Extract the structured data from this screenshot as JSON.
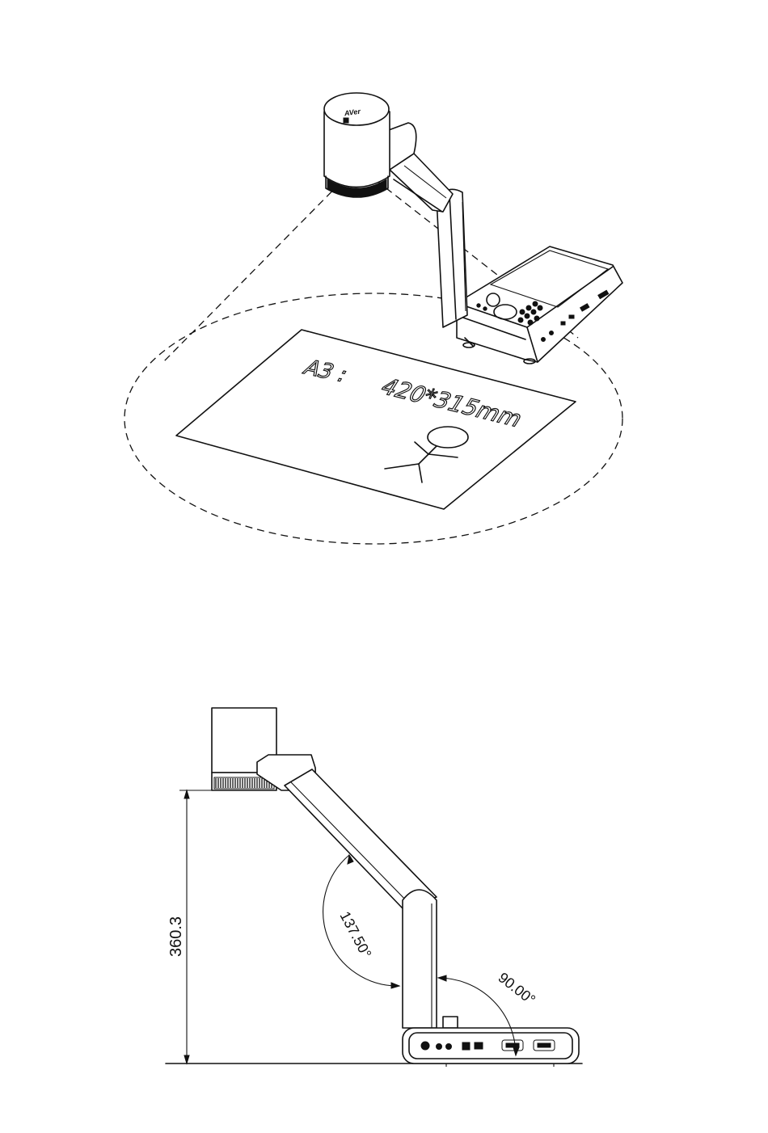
{
  "figure_top": {
    "paper_label": "A3 : 420*315mm",
    "paper_label_prefix": "A3 :",
    "paper_label_dims": "420*315mm",
    "brand_mark": "AVer"
  },
  "figure_side": {
    "height_dimension": "360.3",
    "arm_angle": "137.50°",
    "base_angle": "90.00°"
  },
  "colors": {
    "line": "#111111",
    "background": "#ffffff"
  }
}
